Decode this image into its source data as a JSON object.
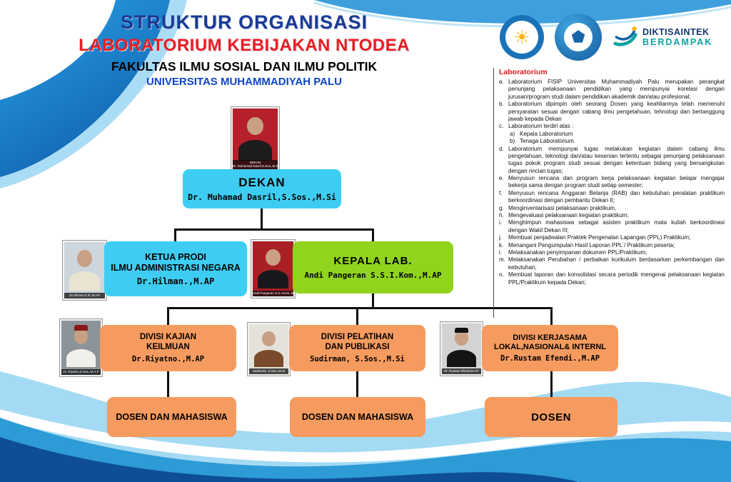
{
  "header": {
    "title1": "STRUKTUR ORGANISASI",
    "title2": "LABORATORIUM KEBIJAKAN NTODEA",
    "title3": "FAKULTAS ILMU SOSIAL DAN ILMU POLITIK",
    "title4": "UNIVERSITAS MUHAMMADIYAH PALU"
  },
  "logos": {
    "diktisaintek_line1": "DIKTISAINTEK",
    "diktisaintek_line2": "BERDAMPAK"
  },
  "lab": {
    "title": "Laboratorium",
    "items": [
      {
        "m": "a.",
        "t": "Laboratorium FISIP Universitas Muhammadiyah Palu merupakan perangkat penunjang pelaksanaan pendidikan yang mempunyai korelasi dengan jurusan/program studi dalam pendidikan akademik dan/atau profesional;"
      },
      {
        "m": "b.",
        "t": "Laboratorium dipimpin oleh seorang Dosen yang keahliannya telah memenuhi persyaratan sesuai dengan cabang ilmu pengetahuan, tehnologi dan bertanggung jawab kepada Dekan"
      },
      {
        "m": "c.",
        "t": "Laboratorium terdiri atas :"
      },
      {
        "m": "a)",
        "t": "Kepala Laboratorium"
      },
      {
        "m": "b)",
        "t": "Tenaga Laboratorium."
      },
      {
        "m": "d.",
        "t": "Laboratorium mempunyai tugas melakukan kegiatan dalam cabang ilmu pengetahuan, teknologi dan/atau kesenian tertentu sebagai penunjang pelaksanaan tugas pokok program studi sesuai dengan ketentuan bidang yang bersangkutan dengan rincian tugas;"
      },
      {
        "m": "e.",
        "t": "Menyusun rencana dan program kerja pelaksanaan kegiatan belajar mengajar bekerja sama dengan program studi setiap semester;"
      },
      {
        "m": "f.",
        "t": "Menyusun rencana Anggaran Belanja (RAB) dan kebutuhan peralatan praktikum berkoordinasi dengan pembantu Dekan II;"
      },
      {
        "m": "g.",
        "t": "Menginventarisasi pelaksanaan praktikum,"
      },
      {
        "m": "h.",
        "t": "Mengevaluasi pelaksanaan kegiatan praktikum;"
      },
      {
        "m": "i.",
        "t": "Menghimpun mahasiswa sebagai asisten praktikum mata kuliah berkoordinasi dengan Wakil Dekan III;"
      },
      {
        "m": "j.",
        "t": "Membuat penjadwalan Praktek Pengenalan Lapangan (PPL) Praktikum;"
      },
      {
        "m": "k.",
        "t": "Menangani Pengumpulan Hasil Laporan PPL / Praktikum peserta;"
      },
      {
        "m": "l.",
        "t": "Melaksanakan penyimpanan dokumen PPL/Praktikum;"
      },
      {
        "m": "m.",
        "t": "Melaksanakan Perubahan / perbaikan kurikulum berdasarkan perkembangan dan kebutuhan;"
      },
      {
        "m": "n.",
        "t": "Membuat laporan dan konsolidasi secara periodik mengenai pelaksanaan kegiatan PPL/Praktikum kepada Dekan;"
      }
    ]
  },
  "chart": {
    "dekan": {
      "title": "DEKAN",
      "name": "Dr. Muhamad Dasril,S.Sos.,M.Si",
      "photo_caption1": "DEKAN",
      "photo_caption2": "Dr. Muhamad Dasril,S.Sos.,M.Si"
    },
    "ketua_prodi": {
      "line1": "KETUA PRODI",
      "line2": "ILMU ADMINISTRASI NEGARA",
      "name": "Dr.Hilman.,M.AP",
      "photo_caption": "Dr.Hilman S.IP.,M.AP"
    },
    "kepala_lab": {
      "title": "KEPALA  LAB.",
      "name": "Andi Pangeran S.S.I.Kom.,M.AP",
      "photo_caption": "Andi Pangeran S.S.I.Kom.,M.AP"
    },
    "divisi_kajian": {
      "line1": "DIVISI KAJIAN",
      "line2": "KEILMUAN",
      "name": "Dr.Riyatno.,M.AP",
      "photo_caption": "Dr. Riyatno,S.Sos.,M.A.P"
    },
    "divisi_pelatihan": {
      "line1": "DIVISI PELATIHAN",
      "line2": "DAN PUBLIKASI",
      "name": "Sudirman, S.Sos.,M.Si",
      "photo_caption": "Sudirman, S.Sos.,M.Si"
    },
    "divisi_kerjasama": {
      "line1": "DIVISI KERJASAMA",
      "line2": "LOKAL,NASIONAL& INTERNL",
      "name": "Dr.Rustam Efendi.,M.AP",
      "photo_caption": "Dr. Rustam Efendi,M.AP"
    },
    "bottom_left": "DOSEN DAN MAHASISWA",
    "bottom_center": "DOSEN DAN MAHASISWA",
    "bottom_right": "DOSEN"
  },
  "colors": {
    "box_cyan": "#3ecdf2",
    "box_green": "#90d41d",
    "box_orange": "#f69b5f",
    "title_blue": "#1b3a96",
    "title_red": "#ec1c24",
    "university_blue": "#0d45c8",
    "wave_light": "#a4daf4",
    "wave_medium": "#2d9bd6",
    "wave_dark": "#0e4e97"
  }
}
